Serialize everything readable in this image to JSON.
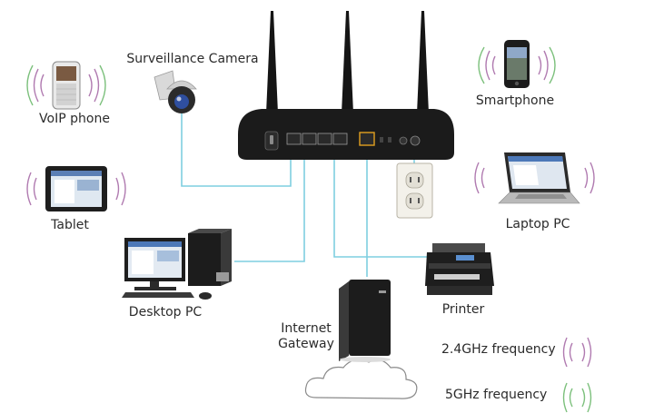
{
  "devices": {
    "voip_phone": "VoIP phone",
    "surveillance_camera": "Surveillance Camera",
    "smartphone": "Smartphone",
    "tablet": "Tablet",
    "laptop_pc": "Laptop PC",
    "desktop_pc": "Desktop PC",
    "printer": "Printer",
    "internet_gateway_line1": "Internet",
    "internet_gateway_line2": "Gateway"
  },
  "legend": {
    "band_24": "2.4GHz frequency",
    "band_5": "5GHz frequency"
  },
  "colors": {
    "cable": "#7fcfe0",
    "wifi_24": "#b07ab0",
    "wifi_5": "#7cc07c",
    "router_body": "#1b1b1b",
    "port_accent": "#e0a020"
  },
  "icons": {
    "router": "router-icon",
    "wifi_24": "wifi-24ghz-icon",
    "wifi_5": "wifi-5ghz-icon",
    "cloud": "internet-cloud-icon"
  }
}
